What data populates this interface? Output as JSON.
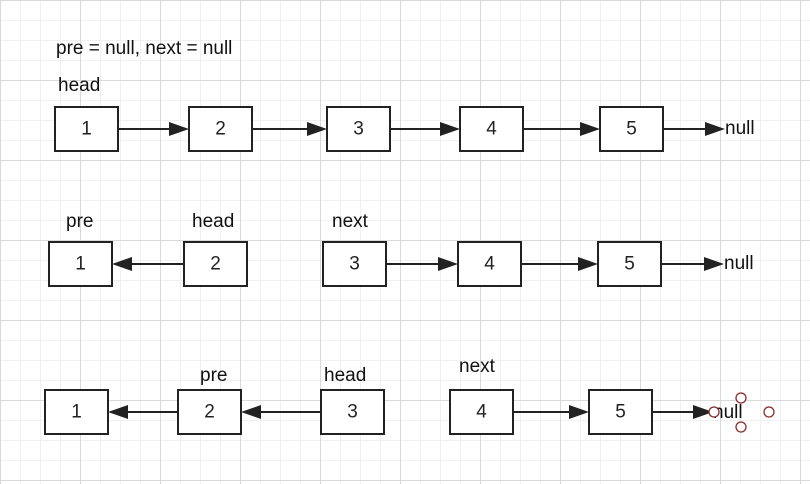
{
  "init_text": "pre = null, next = null",
  "row1": {
    "label_head": "head",
    "nodes": [
      "1",
      "2",
      "3",
      "4",
      "5"
    ],
    "tail": "null"
  },
  "row2": {
    "label_pre": "pre",
    "label_head": "head",
    "label_next": "next",
    "nodes": [
      "1",
      "2",
      "3",
      "4",
      "5"
    ],
    "tail": "null"
  },
  "row3": {
    "label_pre": "pre",
    "label_head": "head",
    "label_next": "next",
    "nodes": [
      "1",
      "2",
      "3",
      "4",
      "5"
    ],
    "tail": "null"
  }
}
